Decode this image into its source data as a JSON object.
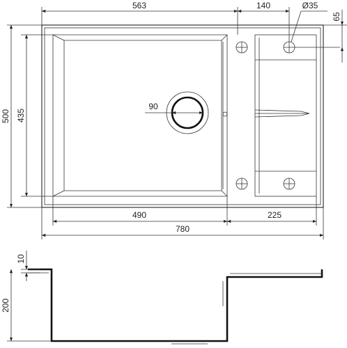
{
  "dimensions": {
    "top_width_left": "563",
    "top_width_mid": "140",
    "hole_diameter": "Ø35",
    "top_offset_right": "65",
    "height_total": "500",
    "height_bowl": "435",
    "drain_diameter": "90",
    "bottom_bowl_width": "490",
    "bottom_drainer_width": "225",
    "total_width": "780",
    "rim_thickness": "10",
    "depth": "200"
  }
}
